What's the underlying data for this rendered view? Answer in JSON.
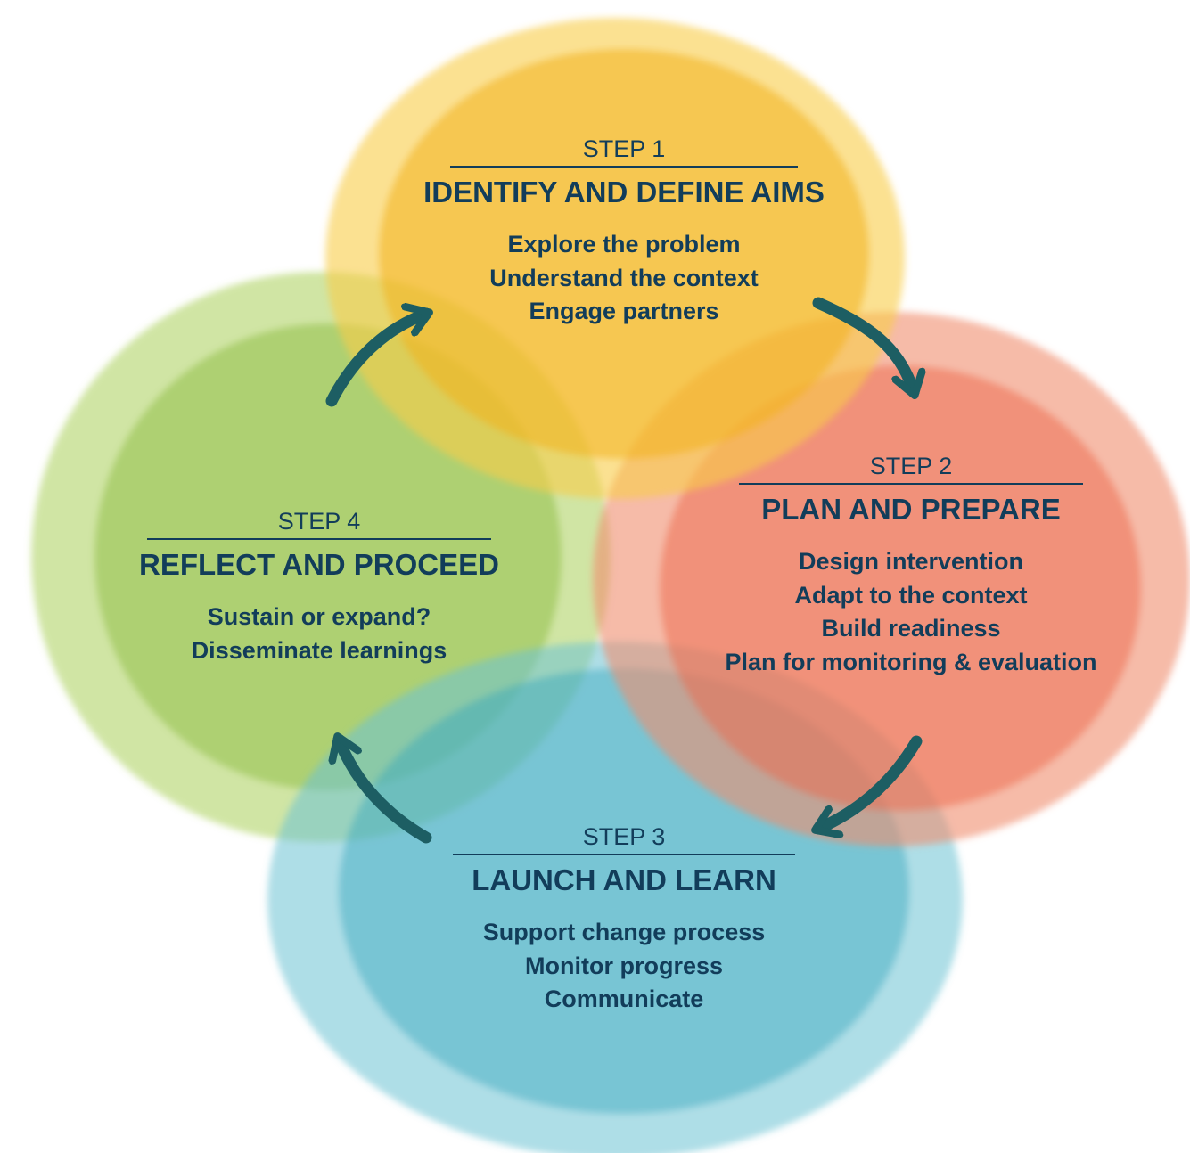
{
  "steps": [
    {
      "number": "STEP 1",
      "title": "IDENTIFY AND DEFINE AIMS",
      "items": [
        "Explore the problem",
        "Understand the context",
        "Engage partners"
      ]
    },
    {
      "number": "STEP 2",
      "title": "PLAN AND PREPARE",
      "items": [
        "Design intervention",
        "Adapt to the context",
        "Build readiness",
        "Plan for monitoring & evaluation"
      ]
    },
    {
      "number": "STEP 3",
      "title": "LAUNCH AND LEARN",
      "items": [
        "Support change process",
        "Monitor progress",
        "Communicate"
      ]
    },
    {
      "number": "STEP 4",
      "title": "REFLECT AND PROCEED",
      "items": [
        "Sustain or expand?",
        "Disseminate learnings"
      ]
    }
  ],
  "colors": {
    "step1_circle": "#f5bd2a",
    "step2_circle": "#ef7654",
    "step3_circle": "#4fb5c8",
    "step4_circle": "#92c040",
    "arrow": "#1d5e63",
    "text": "#123d5a"
  },
  "icons": [
    "arrow-step1-to-step2-icon",
    "arrow-step2-to-step3-icon",
    "arrow-step3-to-step4-icon",
    "arrow-step4-to-step1-icon"
  ]
}
